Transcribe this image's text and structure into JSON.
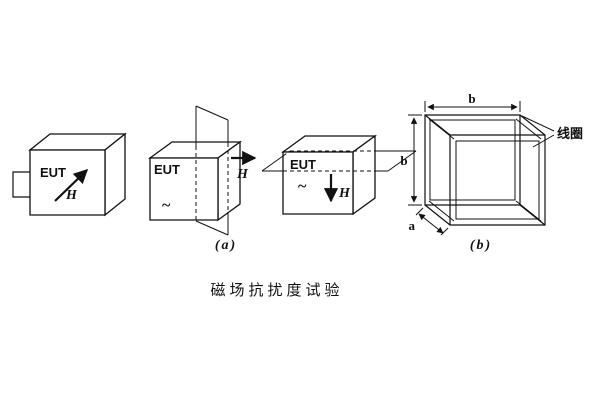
{
  "figure": {
    "caption": "磁场抗扰度试验",
    "eut_label": "EUT",
    "field_label": "H",
    "ac_symbol": "~",
    "panel_a_label": "(a)",
    "panel_b_label": "(b)",
    "coil_label": "线圈",
    "dims": {
      "top": "b",
      "left": "b",
      "depth": "a"
    }
  },
  "colors": {
    "ink": "#111111",
    "background": "#ffffff"
  }
}
